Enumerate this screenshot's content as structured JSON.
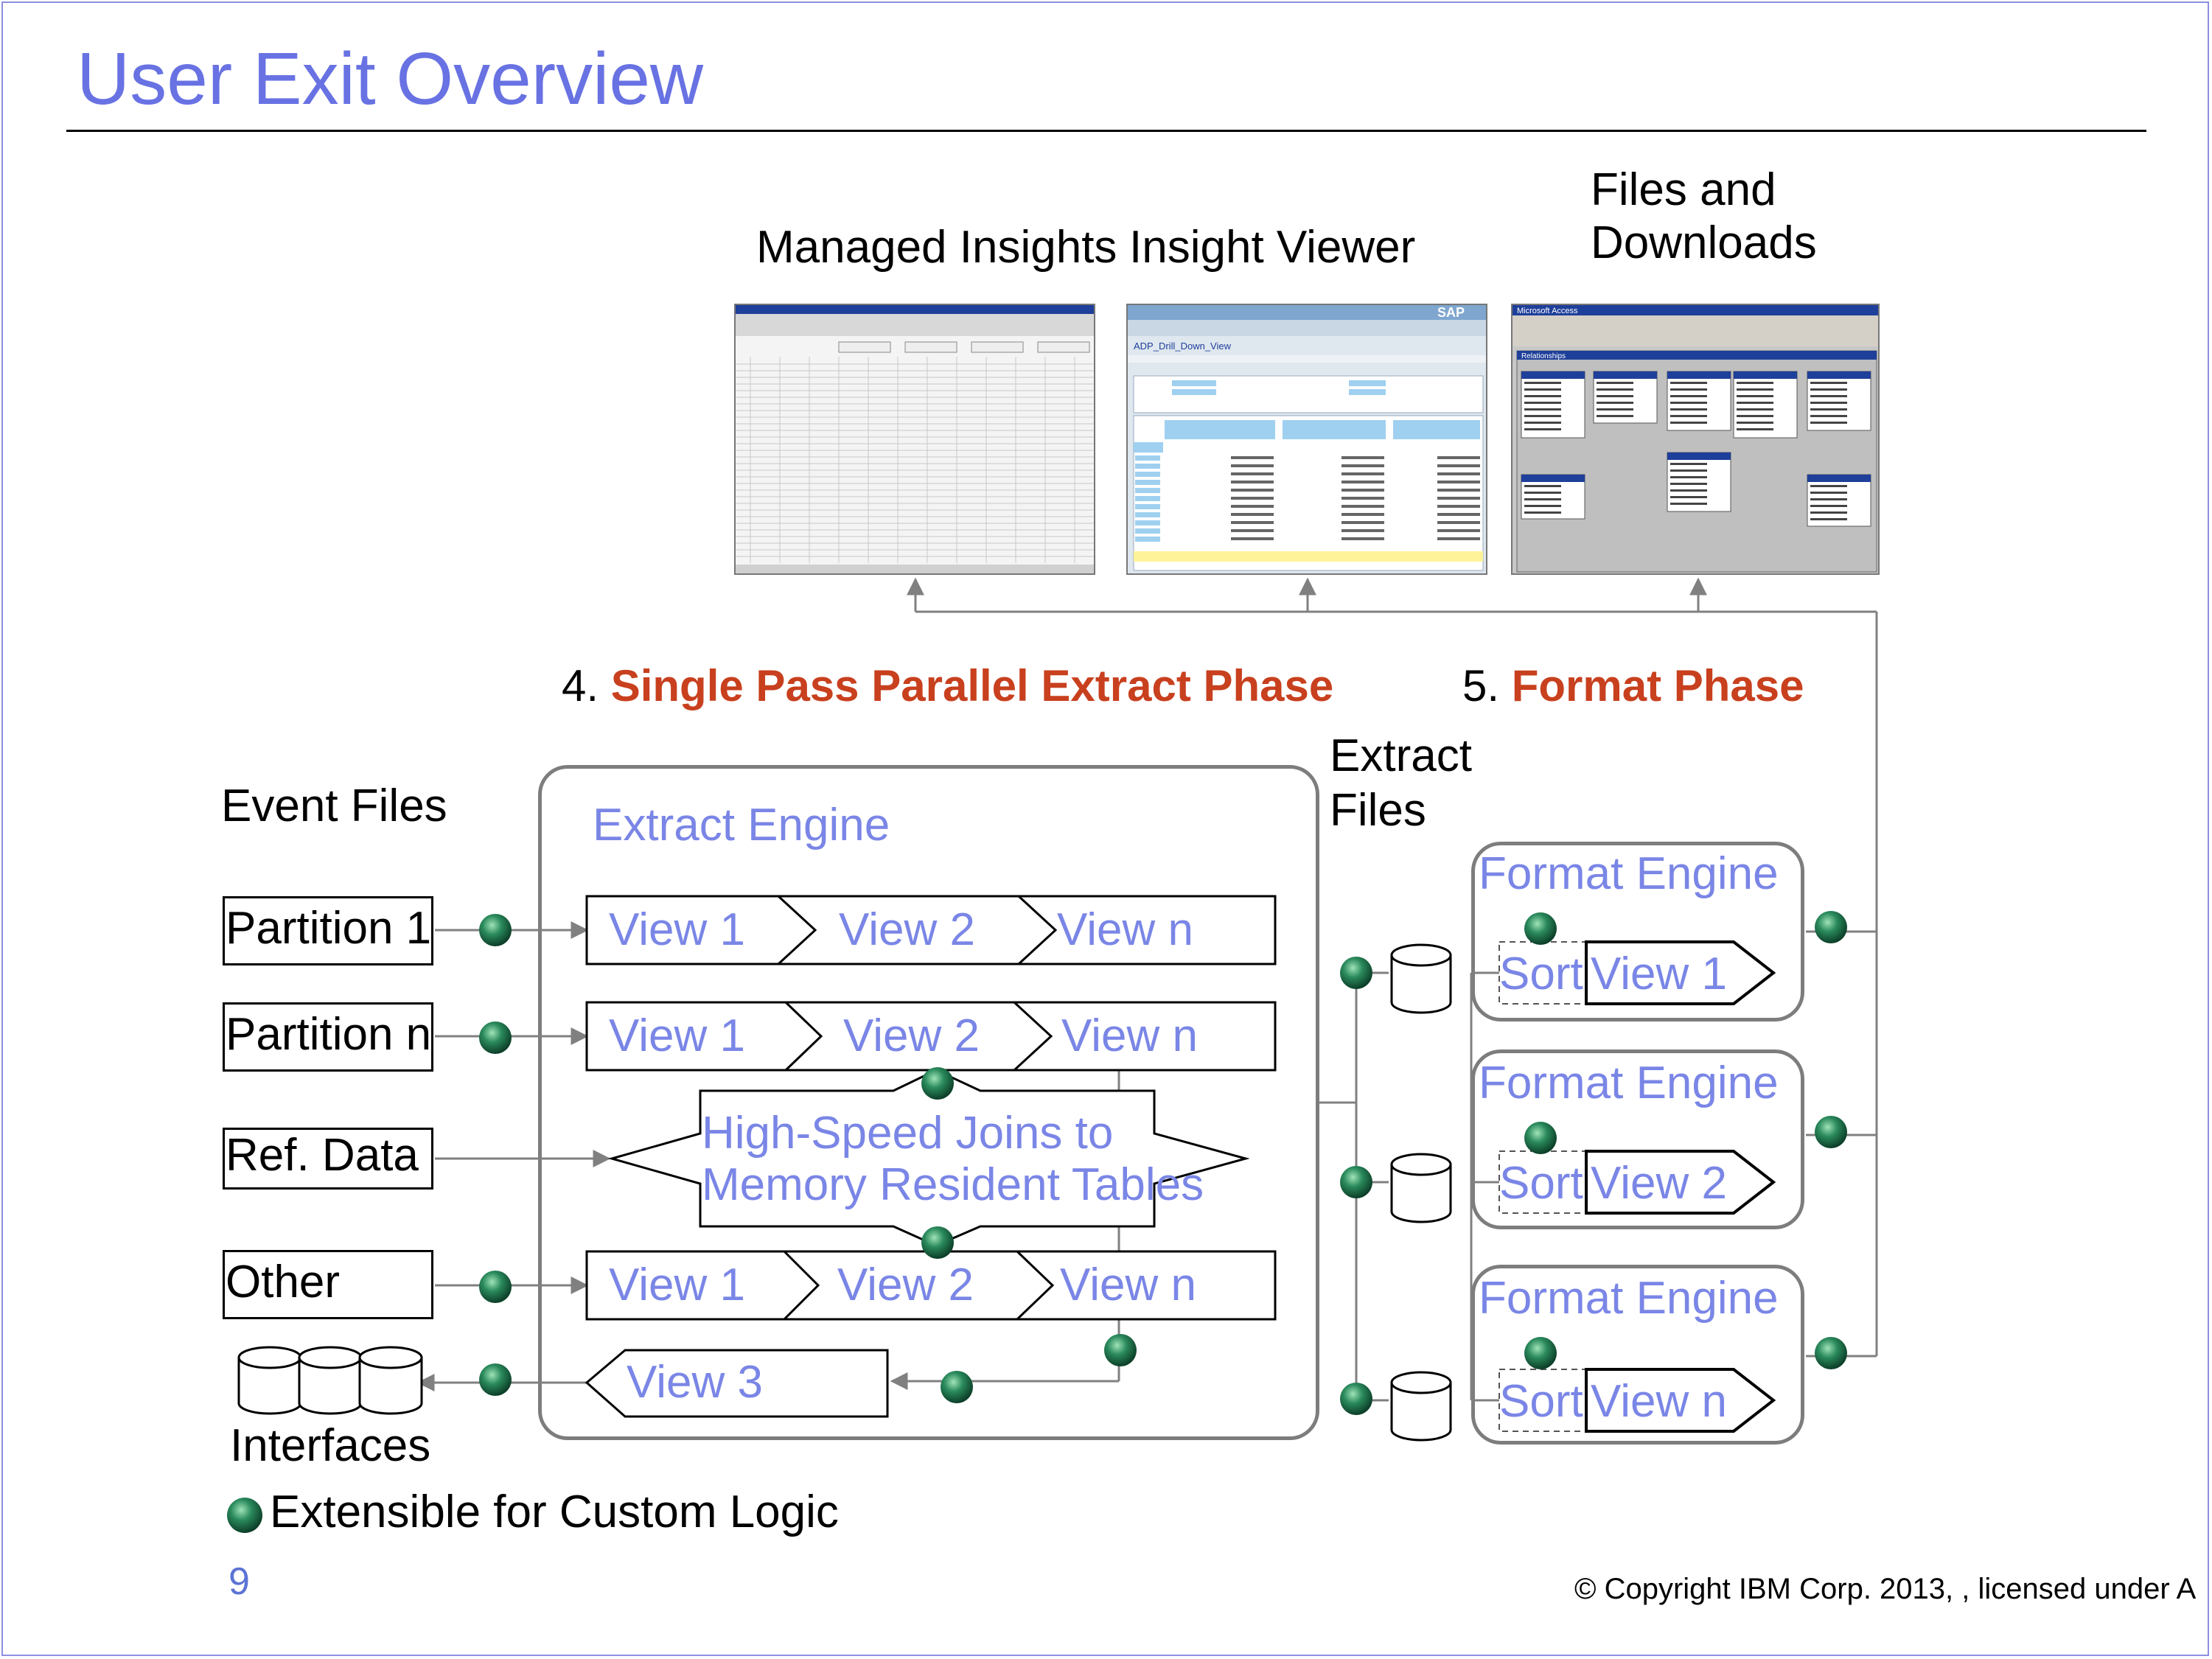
{
  "page": {
    "title": "User Exit Overview",
    "page_number": "9",
    "copyright": "© Copyright IBM Corp. 2013, , licensed under A"
  },
  "outputs": {
    "managed_insights": "Managed Insights",
    "insight_viewer": "Insight Viewer",
    "files_and_downloads_line1": "Files and",
    "files_and_downloads_line2": "Downloads"
  },
  "phases": {
    "extract_number": "4.",
    "extract_name": "Single Pass Parallel Extract Phase",
    "format_number": "5.",
    "format_name": "Format Phase"
  },
  "sources": {
    "header": "Event Files",
    "partition_1": "Partition 1",
    "partition_n": "Partition n",
    "ref_data": "Ref. Data",
    "other": "Other",
    "interfaces": "Interfaces"
  },
  "extract_engine": {
    "label": "Extract Engine",
    "row1": [
      "View 1",
      "View 2",
      "View n"
    ],
    "row2": [
      "View 1",
      "View 2",
      "View n"
    ],
    "row3": [
      "View 1",
      "View 2",
      "View n"
    ],
    "joins_line1": "High-Speed Joins to",
    "joins_line2": "Memory Resident Tables",
    "output_view": "View 3"
  },
  "extract_files": {
    "line1": "Extract",
    "line2": "Files"
  },
  "format_engines": [
    {
      "label": "Format Engine",
      "sort": "Sort",
      "view": "View 1"
    },
    {
      "label": "Format Engine",
      "sort": "Sort",
      "view": "View 2"
    },
    {
      "label": "Format Engine",
      "sort": "Sort",
      "view": "View n"
    }
  ],
  "legend": {
    "custom_logic": "Extensible for Custom Logic"
  },
  "screenshots": {
    "insight_viewer_title": "ADP_Drill_Down_View",
    "sap_logo": "SAP",
    "access_title": "Microsoft Access",
    "access_window": "Relationships"
  },
  "colors": {
    "title_blue": "#6872e3",
    "engine_blue": "#7a86e6",
    "phase_red": "#c8401e",
    "exit_node_green": "#1f6e4a",
    "frame_border": "#8c8fe0",
    "engine_border": "#7d7d7d"
  }
}
